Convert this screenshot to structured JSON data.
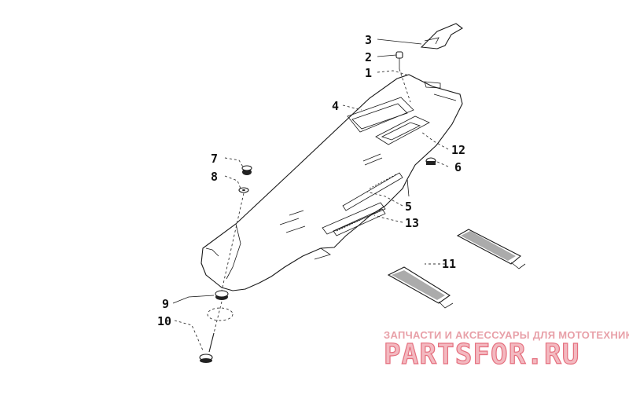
{
  "callouts": [
    {
      "id": "1",
      "label": "1"
    },
    {
      "id": "2",
      "label": "2"
    },
    {
      "id": "3",
      "label": "3"
    },
    {
      "id": "4",
      "label": "4"
    },
    {
      "id": "5",
      "label": "5"
    },
    {
      "id": "6",
      "label": "6"
    },
    {
      "id": "7",
      "label": "7"
    },
    {
      "id": "8",
      "label": "8"
    },
    {
      "id": "9",
      "label": "9"
    },
    {
      "id": "10",
      "label": "10"
    },
    {
      "id": "11",
      "label": "11"
    },
    {
      "id": "12",
      "label": "12"
    },
    {
      "id": "13",
      "label": "13"
    }
  ],
  "watermark": {
    "tagline": "ЗАПЧАСТИ И АКСЕССУАРЫ ДЛЯ МОТОТЕХНИКИ",
    "brand": "PARTSFOR.RU"
  },
  "colors": {
    "line": "#1a1a1a",
    "watermark_fill": "#f3b9c0",
    "watermark_stroke": "#e56f7e",
    "watermark_text": "#e8a0a8"
  }
}
